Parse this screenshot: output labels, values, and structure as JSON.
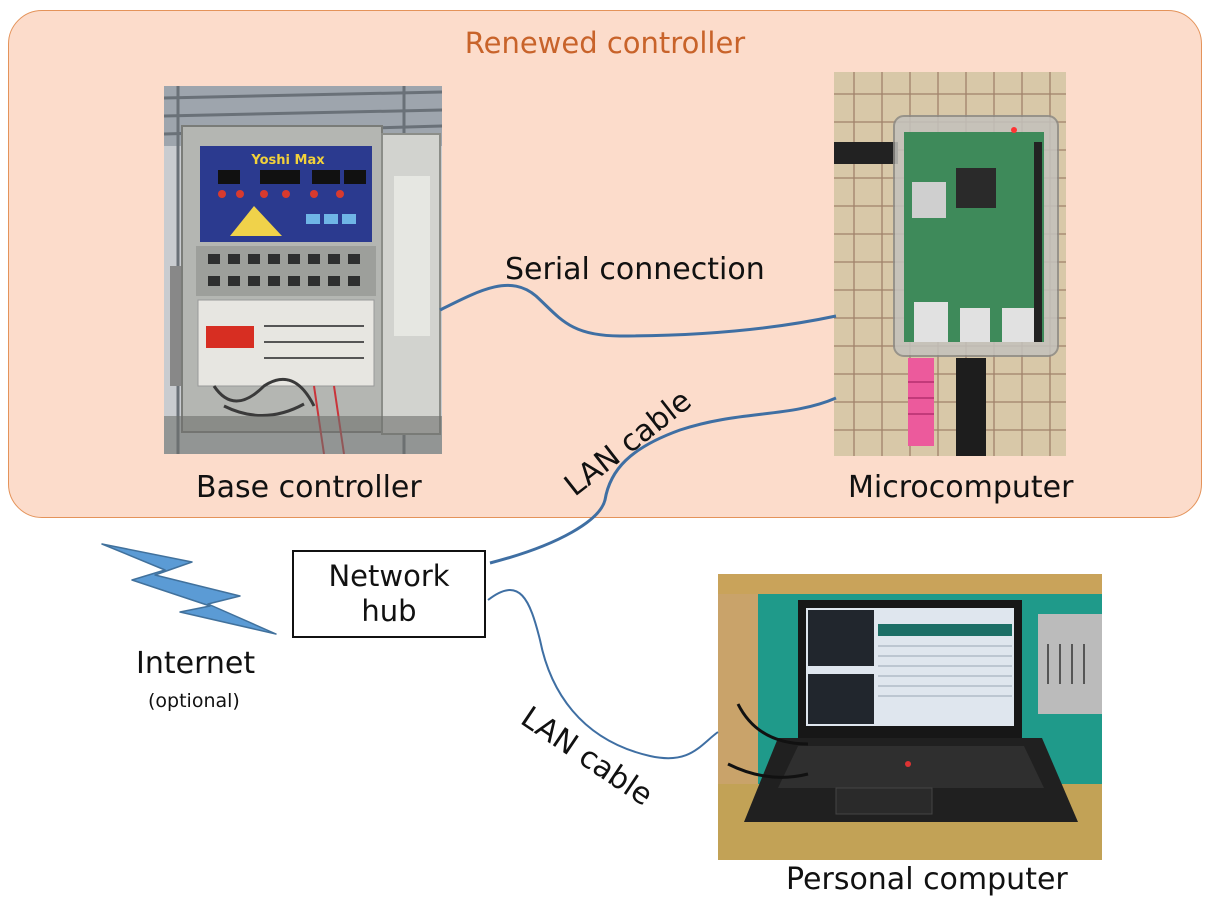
{
  "region_title": "Renewed controller",
  "base_controller": {
    "label": "Base controller",
    "image_text": "Yoshi Max"
  },
  "microcomputer": {
    "label": "Microcomputer"
  },
  "serial": {
    "label": "Serial connection"
  },
  "lan_top": {
    "label": "LAN cable"
  },
  "lan_bottom": {
    "label": "LAN cable"
  },
  "hub": {
    "line1": "Network",
    "line2": "hub"
  },
  "internet": {
    "label": "Internet",
    "note": "(optional)"
  },
  "personal_computer": {
    "label": "Personal computer"
  },
  "colors": {
    "region_fill": "#fcdccb",
    "region_border": "#e4935a",
    "title_text": "#c8632a",
    "wire": "#3f6fa3",
    "lightning": "#5b9bd5"
  },
  "icons": [
    "lightning-icon"
  ]
}
